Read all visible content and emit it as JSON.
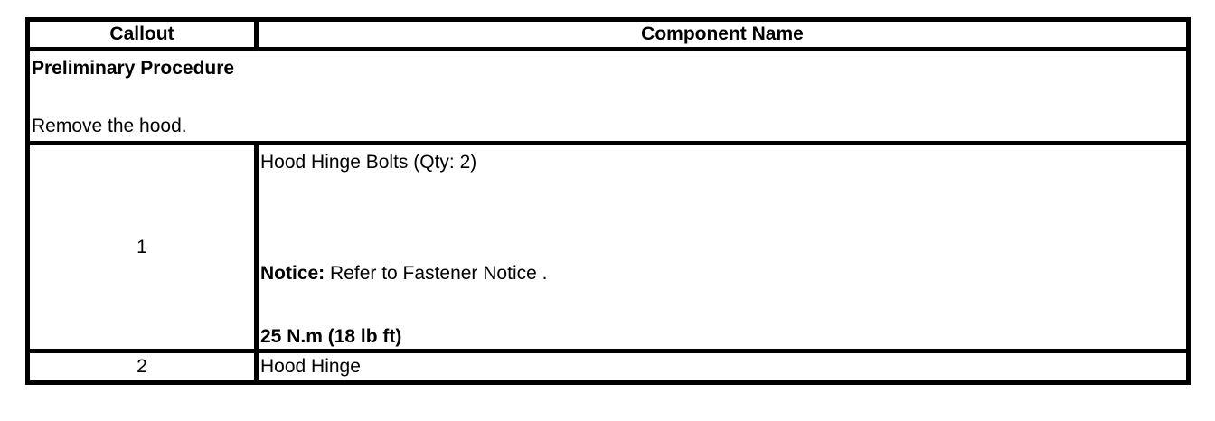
{
  "page": {
    "background_color": "#ffffff",
    "text_color": "#000000",
    "border_color": "#000000"
  },
  "table": {
    "header": {
      "callout": "Callout",
      "component": "Component Name"
    },
    "preliminary": {
      "title": "Preliminary Procedure",
      "step": "Remove the hood."
    },
    "rows": [
      {
        "callout": "1",
        "component": "Hood Hinge Bolts (Qty: 2)",
        "notice_label": "Notice:",
        "notice_text": " Refer to Fastener Notice .",
        "torque": "25 N.m (18 lb ft)"
      },
      {
        "callout": "2",
        "component": "Hood Hinge"
      }
    ]
  }
}
